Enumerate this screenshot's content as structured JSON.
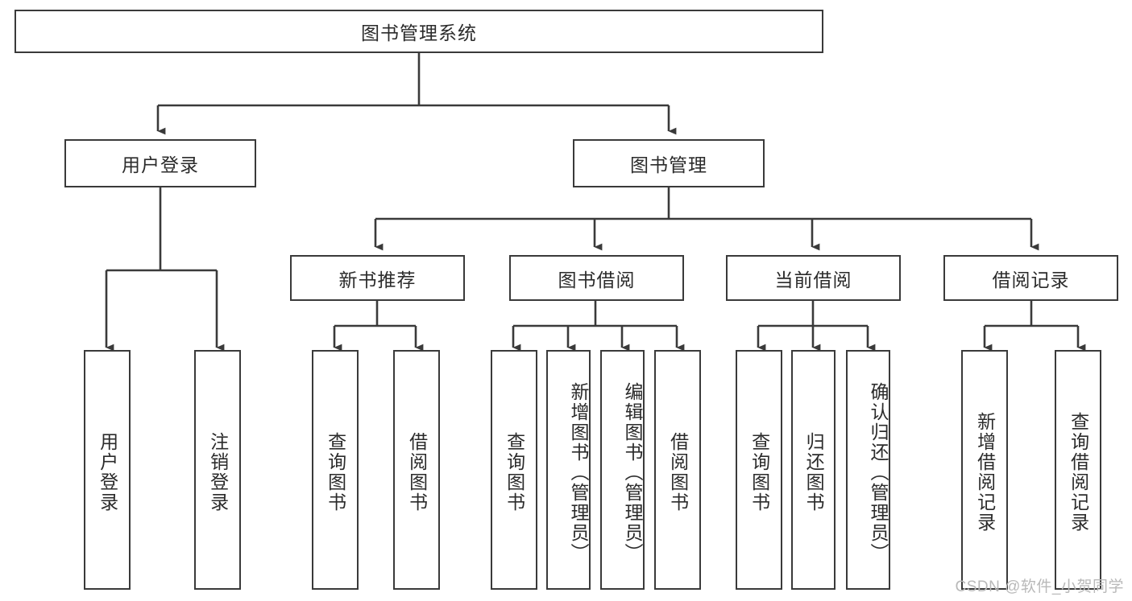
{
  "diagram": {
    "type": "tree",
    "title": "图书管理系统",
    "root": {
      "id": "root",
      "label": "图书管理系统",
      "orientation": "horizontal"
    },
    "level1": [
      {
        "id": "user-login",
        "label": "用户登录",
        "orientation": "horizontal"
      },
      {
        "id": "book-management",
        "label": "图书管理",
        "orientation": "horizontal"
      }
    ],
    "level2": [
      {
        "id": "new-book-recommend",
        "label": "新书推荐",
        "orientation": "horizontal",
        "parent": "book-management"
      },
      {
        "id": "book-borrow",
        "label": "图书借阅",
        "orientation": "horizontal",
        "parent": "book-management"
      },
      {
        "id": "current-borrow",
        "label": "当前借阅",
        "orientation": "horizontal",
        "parent": "book-management"
      },
      {
        "id": "borrow-record",
        "label": "借阅记录",
        "orientation": "horizontal",
        "parent": "book-management"
      }
    ],
    "leaves": [
      {
        "id": "leaf-user-login",
        "label": "用户登录",
        "parent": "user-login",
        "orientation": "vertical"
      },
      {
        "id": "leaf-logout-login",
        "label": "注销登录",
        "parent": "user-login",
        "orientation": "vertical"
      },
      {
        "id": "leaf-query-book-1",
        "label": "查询图书",
        "parent": "new-book-recommend",
        "orientation": "vertical"
      },
      {
        "id": "leaf-borrow-book-1",
        "label": "借阅图书",
        "parent": "new-book-recommend",
        "orientation": "vertical"
      },
      {
        "id": "leaf-query-book-2",
        "label": "查询图书",
        "parent": "book-borrow",
        "orientation": "vertical"
      },
      {
        "id": "leaf-add-book",
        "label": "新增图书（管理员）",
        "parent": "book-borrow",
        "orientation": "vertical"
      },
      {
        "id": "leaf-edit-book",
        "label": "编辑图书（管理员）",
        "parent": "book-borrow",
        "orientation": "vertical"
      },
      {
        "id": "leaf-borrow-book-2",
        "label": "借阅图书",
        "parent": "book-borrow",
        "orientation": "vertical"
      },
      {
        "id": "leaf-query-book-3",
        "label": "查询图书",
        "parent": "current-borrow",
        "orientation": "vertical"
      },
      {
        "id": "leaf-return-book",
        "label": "归还图书",
        "parent": "current-borrow",
        "orientation": "vertical"
      },
      {
        "id": "leaf-confirm-return",
        "label": "确认归还（管理员）",
        "parent": "current-borrow",
        "orientation": "vertical"
      },
      {
        "id": "leaf-add-record",
        "label": "新增借阅记录",
        "parent": "borrow-record",
        "orientation": "vertical"
      },
      {
        "id": "leaf-query-record",
        "label": "查询借阅记录",
        "parent": "borrow-record",
        "orientation": "vertical"
      }
    ],
    "colors": {
      "box_border": "#3a3a3a",
      "box_fill": "#ffffff",
      "connector": "#3a3a3a",
      "text": "#2b2b2b",
      "watermark": "#b9b9b9",
      "background": "#ffffff"
    }
  },
  "watermark": {
    "text": "CSDN @软件_小贺同学"
  }
}
